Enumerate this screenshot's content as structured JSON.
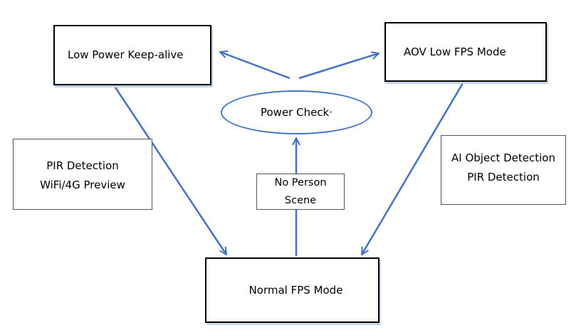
{
  "nodes": {
    "low_power_keepalive": "Low Power Keep-alive",
    "aov_low_fps_mode": "AOV Low FPS Mode",
    "power_check": "Power Check·",
    "normal_fps_mode": "Normal FPS Mode",
    "no_person_scene": "No Person\nScene"
  },
  "annotations": {
    "left_box": "PIR Detection\nWiFi/4G Preview",
    "right_box": "AI Object Detection\nPIR Detection"
  },
  "colors": {
    "arrow": "#4472c4",
    "box_border": "#000000",
    "box_shadow": "#c5d3e8"
  }
}
